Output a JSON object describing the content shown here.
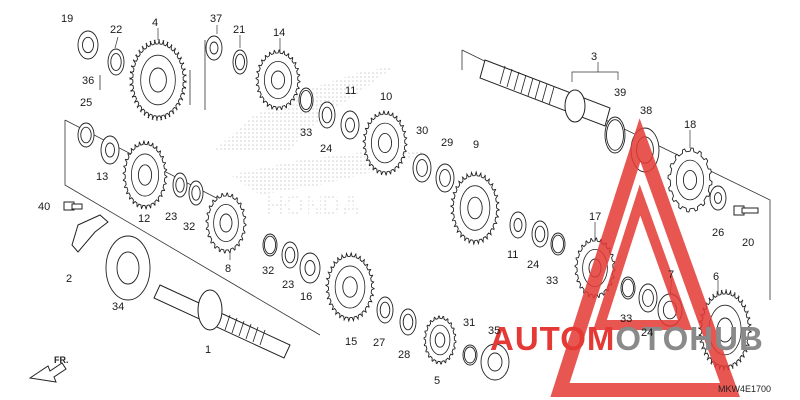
{
  "diagram": {
    "code": "MKW4E1700",
    "fr_label": "FR.",
    "watermark": "AUTOMOTOHUB",
    "watermark_colors": {
      "red": "#e53935",
      "gray": "#8a8a8a"
    },
    "part_numbers": [
      "19",
      "22",
      "4",
      "37",
      "21",
      "14",
      "36",
      "25",
      "13",
      "12",
      "23",
      "32",
      "8",
      "11",
      "10",
      "33",
      "24",
      "30",
      "29",
      "9",
      "40",
      "2",
      "34",
      "1",
      "32",
      "23",
      "16",
      "15",
      "27",
      "28",
      "5",
      "31",
      "35",
      "3",
      "39",
      "38",
      "18",
      "26",
      "20",
      "17",
      "11",
      "24",
      "33",
      "7",
      "33",
      "24",
      "6"
    ]
  }
}
